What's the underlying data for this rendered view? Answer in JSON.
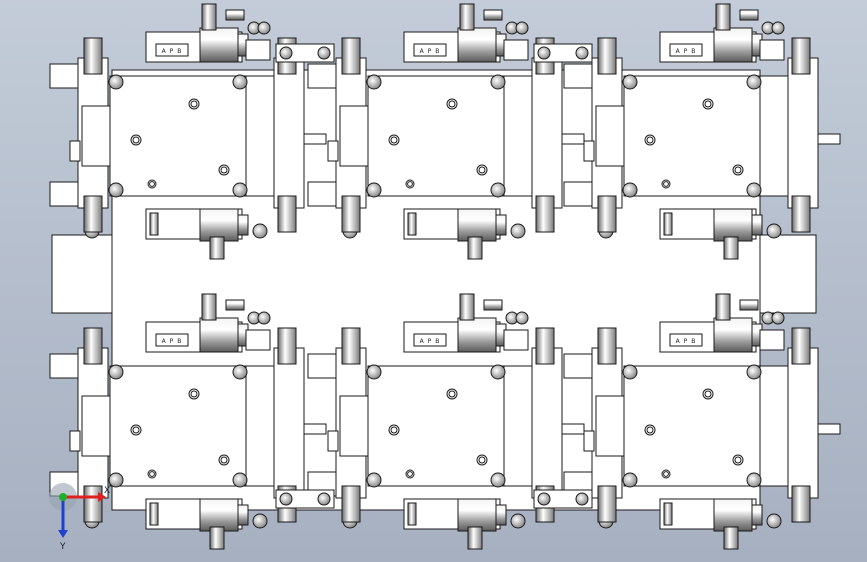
{
  "viewport": {
    "background_top": "#c3ccd8",
    "background_bottom": "#a6b0c0",
    "model_fill": "#ffffff",
    "line_color": "#1a1a1a"
  },
  "valves": [
    {
      "id": "valve-r1c1",
      "label": "A P B"
    },
    {
      "id": "valve-r1c2",
      "label": "A P B"
    },
    {
      "id": "valve-r1c3",
      "label": "A P B"
    },
    {
      "id": "valve-r2c1",
      "label": "A P B"
    },
    {
      "id": "valve-r2c2",
      "label": "A P B"
    },
    {
      "id": "valve-r2c3",
      "label": "A P B"
    }
  ],
  "triad": {
    "x_label": "X",
    "y_label": "Y",
    "x_color": "#e02020",
    "y_color": "#2040d0",
    "z_color": "#20b030"
  }
}
